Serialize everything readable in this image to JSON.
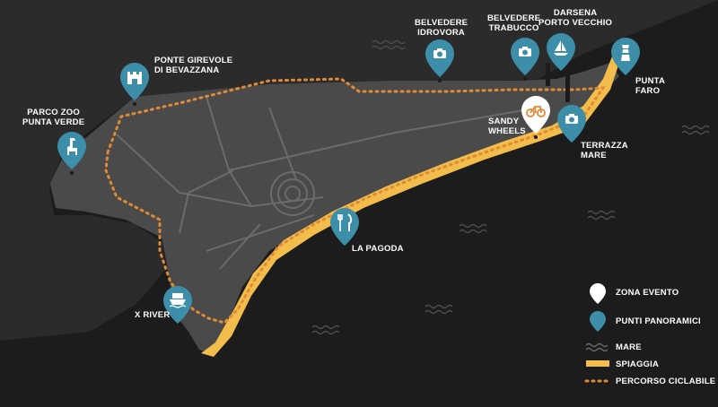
{
  "colors": {
    "background": "#1c1c1c",
    "land": "#4a4a4a",
    "roads": "#6b6b6b",
    "beach": "#f2bd4a",
    "bike_route": "#e08a35",
    "pin_blue": "#3d8ea9",
    "pin_white": "#ffffff",
    "sea_waves": "#4d4d4d"
  },
  "places": {
    "belvedere_idrovora": "BELVEDERE\nIDROVORA",
    "belvedere_trabucco": "BELVEDERE\nTRABUCCO",
    "darsena_porto_vecchio": "DARSENA\nPORTO VECCHIO",
    "ponte_girevole": "PONTE GIREVOLE\nDI BEVAZZANA",
    "parco_zoo": "PARCO ZOO\nPUNTA VERDE",
    "punta_faro": "PUNTA\nFARO",
    "sandy_wheels": "SANDY\nWHEELS",
    "terrazza_mare": "TERRAZZA\nMARE",
    "la_pagoda": "LA PAGODA",
    "x_river": "X RIVER"
  },
  "icons": {
    "belvedere_idrovora": "camera-icon",
    "belvedere_trabucco": "camera-icon",
    "darsena_porto_vecchio": "sailboat-icon",
    "ponte_girevole": "castle-icon",
    "parco_zoo": "giraffe-icon",
    "punta_faro": "lighthouse-icon",
    "sandy_wheels": "bicycle-icon",
    "terrazza_mare": "camera-icon",
    "la_pagoda": "fork-knife-icon",
    "x_river": "boat-icon"
  },
  "legend": {
    "zona_evento": "ZONA EVENTO",
    "punti_panoramici": "PUNTI PANORAMICI",
    "mare": "MARE",
    "spiaggia": "SPIAGGIA",
    "percorso_ciclabile": "PERCORSO CICLABILE"
  }
}
